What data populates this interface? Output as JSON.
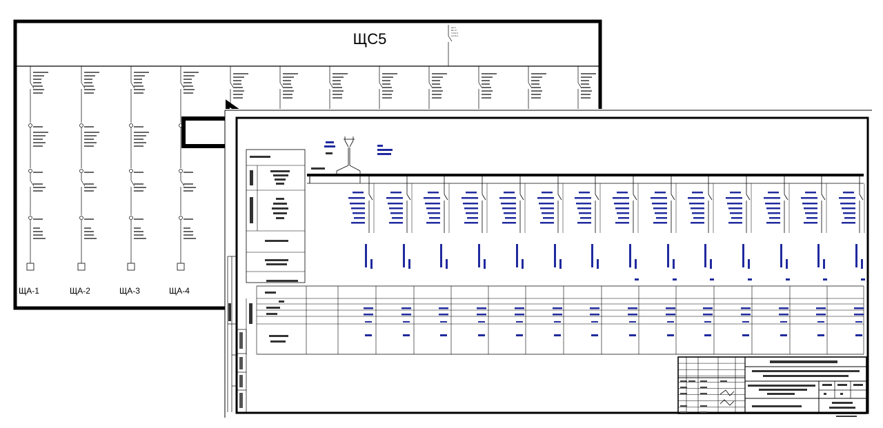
{
  "back_sheet": {
    "title": "ЩС5",
    "outputs": [
      "ЩА-1",
      "ЩА-2",
      "ЩА-3",
      "ЩА-4"
    ]
  },
  "front_sheet": {
    "header_rows": [],
    "feeders": 14,
    "stamp": {}
  },
  "colors": {
    "line": "#000000",
    "accent": "#1f2a9e",
    "background": "#ffffff"
  }
}
